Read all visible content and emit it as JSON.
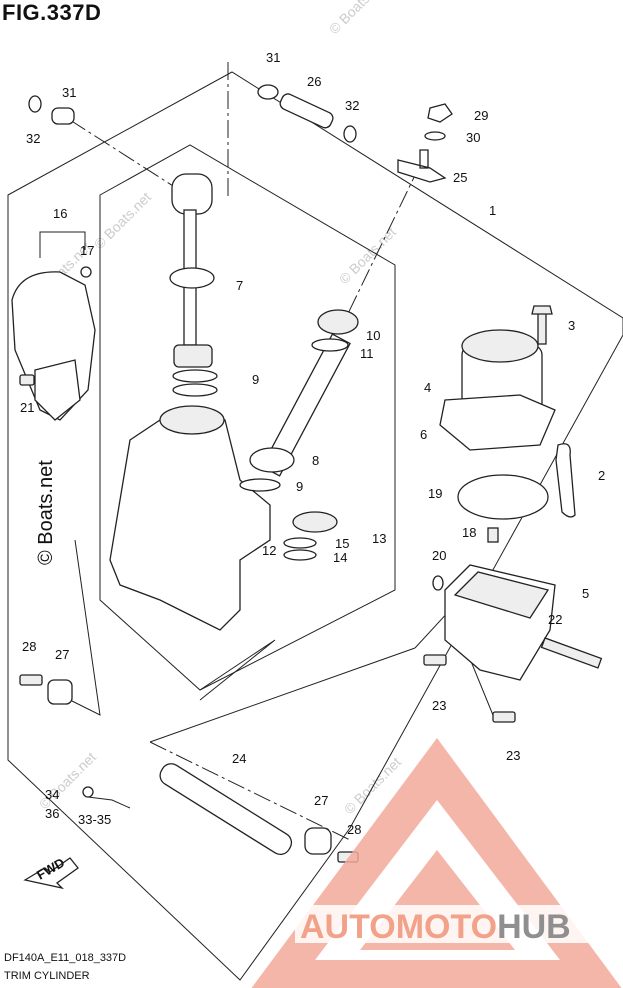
{
  "figure": {
    "title": "FIG.337D",
    "code": "DF140A_E11_018_337D",
    "name": "TRIM CYLINDER",
    "fwd_label": "FWD"
  },
  "watermarks": {
    "vertical": "© Boats.net",
    "small": "© Boats.net"
  },
  "logo": {
    "text_part1": "AUTOMOTO",
    "text_part2": "HUB",
    "color_part1": "#f3a28a",
    "color_part2": "#8f8f8f",
    "triangle_color": "#f2a99a"
  },
  "callouts": [
    {
      "id": "c31a",
      "text": "31"
    },
    {
      "id": "c26",
      "text": "26"
    },
    {
      "id": "c32a",
      "text": "32"
    },
    {
      "id": "c31b",
      "text": "31"
    },
    {
      "id": "c32b",
      "text": "32"
    },
    {
      "id": "c29",
      "text": "29"
    },
    {
      "id": "c30",
      "text": "30"
    },
    {
      "id": "c25",
      "text": "25"
    },
    {
      "id": "c16",
      "text": "16"
    },
    {
      "id": "c17",
      "text": "17"
    },
    {
      "id": "c1",
      "text": "1"
    },
    {
      "id": "c7",
      "text": "7"
    },
    {
      "id": "c3",
      "text": "3"
    },
    {
      "id": "c10",
      "text": "10"
    },
    {
      "id": "c11",
      "text": "11"
    },
    {
      "id": "c9a",
      "text": "9"
    },
    {
      "id": "c4",
      "text": "4"
    },
    {
      "id": "c21",
      "text": "21"
    },
    {
      "id": "c6",
      "text": "6"
    },
    {
      "id": "c8",
      "text": "8"
    },
    {
      "id": "c2",
      "text": "2"
    },
    {
      "id": "c9b",
      "text": "9"
    },
    {
      "id": "c19",
      "text": "19"
    },
    {
      "id": "c18",
      "text": "18"
    },
    {
      "id": "c13",
      "text": "13"
    },
    {
      "id": "c15",
      "text": "15"
    },
    {
      "id": "c14",
      "text": "14"
    },
    {
      "id": "c12",
      "text": "12"
    },
    {
      "id": "c20",
      "text": "20"
    },
    {
      "id": "c5",
      "text": "5"
    },
    {
      "id": "c22",
      "text": "22"
    },
    {
      "id": "c28a",
      "text": "28"
    },
    {
      "id": "c27a",
      "text": "27"
    },
    {
      "id": "c23a",
      "text": "23"
    },
    {
      "id": "c23b",
      "text": "23"
    },
    {
      "id": "c24",
      "text": "24"
    },
    {
      "id": "c34",
      "text": "34"
    },
    {
      "id": "c36",
      "text": "36"
    },
    {
      "id": "c3335",
      "text": "33-35"
    },
    {
      "id": "c27b",
      "text": "27"
    },
    {
      "id": "c28b",
      "text": "28"
    }
  ]
}
